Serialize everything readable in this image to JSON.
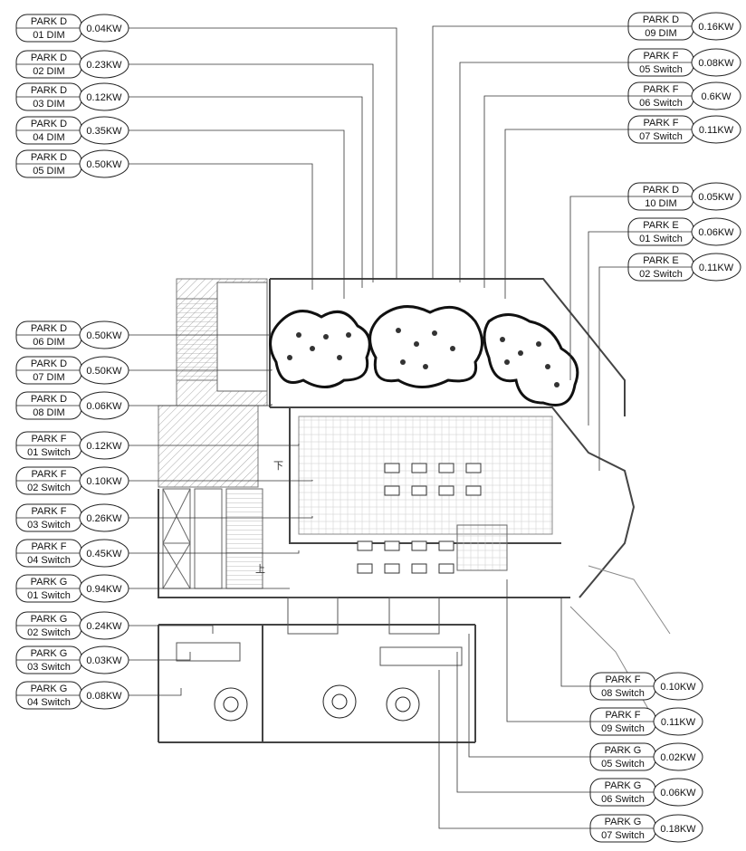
{
  "title": "",
  "circuits_left": [
    {
      "park": "PARK D",
      "circuit": "01 DIM",
      "load": "0.04KW"
    },
    {
      "park": "PARK D",
      "circuit": "02 DIM",
      "load": "0.23KW"
    },
    {
      "park": "PARK D",
      "circuit": "03 DIM",
      "load": "0.12KW"
    },
    {
      "park": "PARK D",
      "circuit": "04 DIM",
      "load": "0.35KW"
    },
    {
      "park": "PARK D",
      "circuit": "05 DIM",
      "load": "0.50KW"
    },
    {
      "park": "PARK D",
      "circuit": "06 DIM",
      "load": "0.50KW"
    },
    {
      "park": "PARK D",
      "circuit": "07 DIM",
      "load": "0.50KW"
    },
    {
      "park": "PARK D",
      "circuit": "08 DIM",
      "load": "0.06KW"
    },
    {
      "park": "PARK F",
      "circuit": "01 Switch",
      "load": "0.12KW"
    },
    {
      "park": "PARK F",
      "circuit": "02 Switch",
      "load": "0.10KW"
    },
    {
      "park": "PARK F",
      "circuit": "03 Switch",
      "load": "0.26KW"
    },
    {
      "park": "PARK F",
      "circuit": "04 Switch",
      "load": "0.45KW"
    },
    {
      "park": "PARK G",
      "circuit": "01 Switch",
      "load": "0.94KW"
    },
    {
      "park": "PARK G",
      "circuit": "02 Switch",
      "load": "0.24KW"
    },
    {
      "park": "PARK G",
      "circuit": "03 Switch",
      "load": "0.03KW"
    },
    {
      "park": "PARK G",
      "circuit": "04 Switch",
      "load": "0.08KW"
    }
  ],
  "circuits_right_top": [
    {
      "park": "PARK D",
      "circuit": "09 DIM",
      "load": "0.16KW"
    },
    {
      "park": "PARK F",
      "circuit": "05 Switch",
      "load": "0.08KW"
    },
    {
      "park": "PARK F",
      "circuit": "06 Switch",
      "load": "0.6KW"
    },
    {
      "park": "PARK F",
      "circuit": "07 Switch",
      "load": "0.11KW"
    },
    {
      "park": "PARK D",
      "circuit": "10 DIM",
      "load": "0.05KW"
    },
    {
      "park": "PARK E",
      "circuit": "01 Switch",
      "load": "0.06KW"
    },
    {
      "park": "PARK E",
      "circuit": "02 Switch",
      "load": "0.11KW"
    }
  ],
  "circuits_right_bottom": [
    {
      "park": "PARK F",
      "circuit": "08 Switch",
      "load": "0.10KW"
    },
    {
      "park": "PARK F",
      "circuit": "09 Switch",
      "load": "0.11KW"
    },
    {
      "park": "PARK G",
      "circuit": "05 Switch",
      "load": "0.02KW"
    },
    {
      "park": "PARK G",
      "circuit": "06 Switch",
      "load": "0.06KW"
    },
    {
      "park": "PARK G",
      "circuit": "07 Switch",
      "load": "0.18KW"
    }
  ],
  "plan_marks": {
    "stair_down": "下",
    "stair_up": "上"
  }
}
